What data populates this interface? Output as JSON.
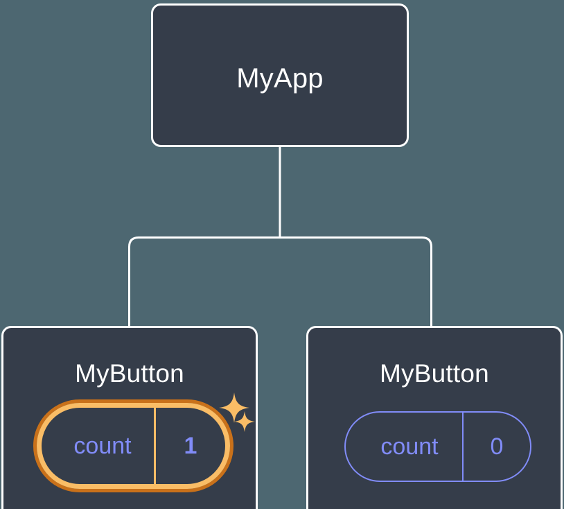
{
  "diagram": {
    "type": "component-tree",
    "title": "React component tree with highlighted state change",
    "background_color": "#4d6771",
    "node_fill_color": "#353d4a",
    "node_border_color": "#ffffff",
    "edge_color": "#ffffff",
    "state_text_color": "#818cf8",
    "highlight_inner_color": "#fabd66",
    "highlight_outer_color": "#c9711a"
  },
  "root": {
    "label": "MyApp"
  },
  "children": [
    {
      "label": "MyButton",
      "state": {
        "name": "count",
        "value": "1"
      },
      "highlighted": "true",
      "sparkles": [
        "sparkle-large",
        "sparkle-small"
      ]
    },
    {
      "label": "MyButton",
      "state": {
        "name": "count",
        "value": "0"
      },
      "highlighted": "false"
    }
  ],
  "edges": [
    {
      "from": "MyApp",
      "to": "MyButton"
    },
    {
      "from": "MyApp",
      "to": "MyButton"
    }
  ]
}
